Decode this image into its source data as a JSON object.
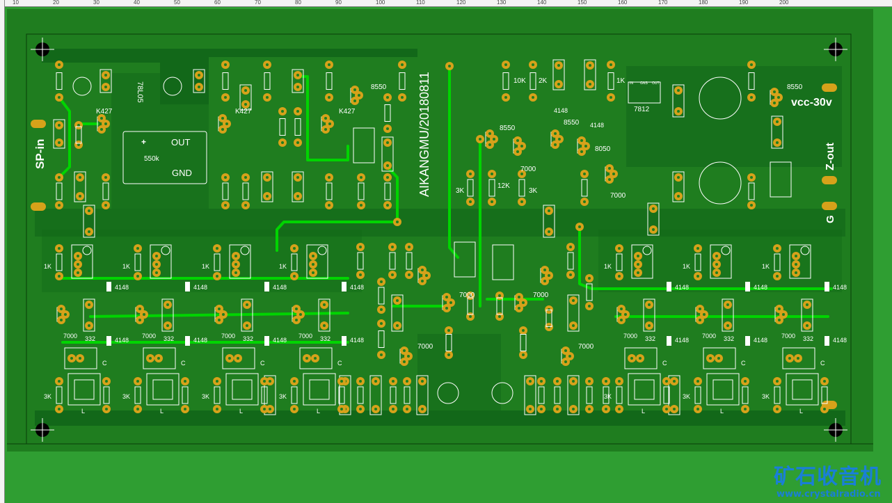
{
  "board": {
    "side_labels": {
      "input": "SP-in",
      "output": "Z-out",
      "ground": "G",
      "supply": "vcc-30v"
    },
    "title": "AIKANGMU/20180811",
    "module": {
      "plus": "+",
      "out": "OUT",
      "gnd": "GND",
      "value": "550k"
    },
    "regulators": [
      "78L05",
      "7812"
    ],
    "regulator_pins": [
      "IN",
      "GNS",
      "OUT"
    ],
    "part_labels": [
      "K427",
      "K427",
      "K427",
      "8550",
      "8550",
      "8550",
      "8550",
      "8050",
      "10K",
      "2K",
      "1K",
      "4148",
      "4148",
      "7000",
      "7000",
      "3K",
      "12K",
      "3K"
    ],
    "channel": {
      "r1": "1K",
      "diode": "4148",
      "transistor": "7000",
      "cap": "332",
      "c": "C",
      "r3": "3K",
      "l": "L"
    },
    "center": {
      "transistors": [
        "7000",
        "7000",
        "7000",
        "7000"
      ]
    }
  },
  "watermark": {
    "logo": "矿石收音机",
    "url": "www.crystalradio.cn"
  },
  "ruler": {
    "ticks": [
      "10",
      "20",
      "30",
      "40",
      "50",
      "60",
      "70",
      "80",
      "90",
      "100",
      "110",
      "120",
      "130",
      "140",
      "150",
      "160",
      "170",
      "180",
      "190",
      "200"
    ]
  },
  "colors": {
    "board": "#1f7d1f",
    "copper": "#12681a",
    "track": "#00d400",
    "pad": "#d6a21a",
    "silk": "#ffffff",
    "margin": "#2f9e32"
  }
}
